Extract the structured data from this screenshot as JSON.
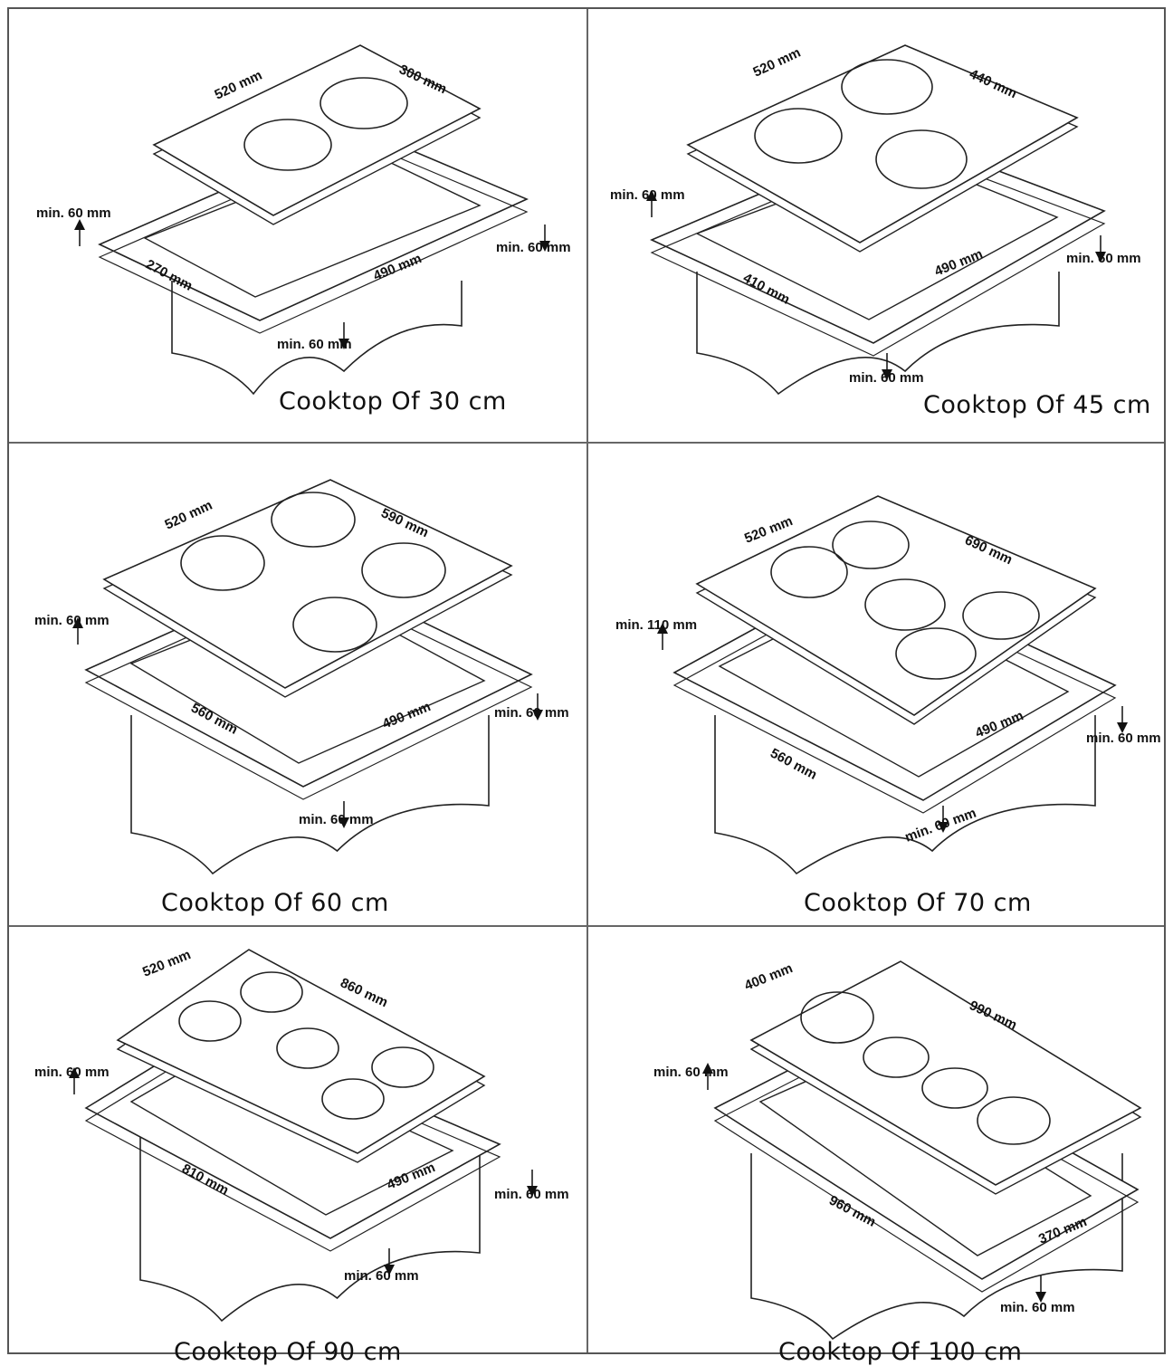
{
  "panels": [
    {
      "caption": "Cooktop Of 30 cm",
      "labels": {
        "depth": "520 mm",
        "width": "300 mm",
        "cut_depth": "270 mm",
        "cut_width": "490 mm",
        "clear_left": "min. 60 mm",
        "clear_right": "min. 60 mm",
        "clear_front": "min. 60 mm"
      },
      "burners": 2
    },
    {
      "caption": "Cooktop Of 45 cm",
      "labels": {
        "depth": "520 mm",
        "width": "440 mm",
        "cut_depth": "410 mm",
        "cut_width": "490 mm",
        "clear_left": "min. 60 mm",
        "clear_right": "min. 60 mm",
        "clear_front": "min. 60 mm"
      },
      "burners": 3
    },
    {
      "caption": "Cooktop Of 60 cm",
      "labels": {
        "depth": "520 mm",
        "width": "590 mm",
        "cut_depth": "560 mm",
        "cut_width": "490 mm",
        "clear_left": "min. 60 mm",
        "clear_right": "min. 60 mm",
        "clear_front": "min. 60 mm"
      },
      "burners": 4
    },
    {
      "caption": "Cooktop Of 70 cm",
      "labels": {
        "depth": "520 mm",
        "width": "690 mm",
        "cut_depth": "560 mm",
        "cut_width": "490 mm",
        "clear_left": "min. 110 mm",
        "clear_right": "min. 60 mm",
        "clear_front": "min. 60 mm"
      },
      "burners": 5
    },
    {
      "caption": "Cooktop Of 90 cm",
      "labels": {
        "depth": "520 mm",
        "width": "860 mm",
        "cut_depth": "810 mm",
        "cut_width": "490 mm",
        "clear_left": "min. 60 mm",
        "clear_right": "min. 60 mm",
        "clear_front": "min. 60 mm"
      },
      "burners": 5
    },
    {
      "caption": "Cooktop Of 100 cm",
      "labels": {
        "depth": "400 mm",
        "width": "990 mm",
        "cut_depth": "960 mm",
        "cut_width": "370 mm",
        "clear_left": "min. 60 mm",
        "clear_right": "",
        "clear_front": "min. 60 mm"
      },
      "burners": 4
    }
  ]
}
